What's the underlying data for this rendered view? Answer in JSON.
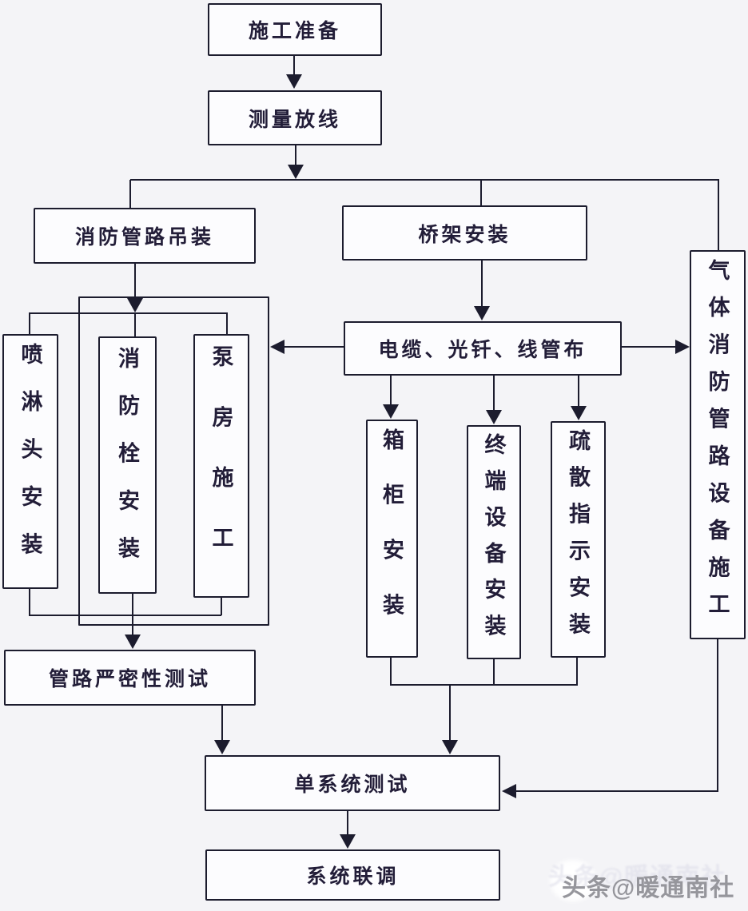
{
  "diagram": {
    "type": "flowchart",
    "language": "zh-CN",
    "nodes": {
      "prep": {
        "label": "施工准备"
      },
      "survey": {
        "label": "测量放线"
      },
      "pipe_hoist": {
        "label": "消防管路吊装"
      },
      "tray": {
        "label": "桥架安装"
      },
      "gas": {
        "label": "气体消防管路设备施工"
      },
      "cable": {
        "label": "电缆、光钎、线管布"
      },
      "sprinkler": {
        "label": "喷淋头安装"
      },
      "hydrant": {
        "label": "消防栓安装"
      },
      "pump": {
        "label": "泵房施工"
      },
      "cabinet": {
        "label": "箱柜安装"
      },
      "terminal": {
        "label": "终端设备安装"
      },
      "evac": {
        "label": "疏散指示安装"
      },
      "tightness": {
        "label": "管路严密性测试"
      },
      "single_test": {
        "label": "单系统测试"
      },
      "joint_debug": {
        "label": "系统联调"
      }
    },
    "edges": [
      {
        "from": "prep",
        "to": "survey",
        "arrow": true
      },
      {
        "from": "survey",
        "to": "pipe_hoist",
        "arrow": true
      },
      {
        "from": "survey",
        "to": "tray",
        "arrow": false
      },
      {
        "from": "survey",
        "to": "gas",
        "arrow": false
      },
      {
        "from": "pipe_hoist",
        "to": "sprinkler",
        "arrow": true
      },
      {
        "from": "pipe_hoist",
        "to": "hydrant",
        "arrow": true
      },
      {
        "from": "pipe_hoist",
        "to": "pump",
        "arrow": true
      },
      {
        "from": "tray",
        "to": "cable",
        "arrow": true
      },
      {
        "from": "cable",
        "to": "hydrant-group",
        "arrow": true
      },
      {
        "from": "cable",
        "to": "gas",
        "arrow": true
      },
      {
        "from": "cable",
        "to": "cabinet",
        "arrow": true
      },
      {
        "from": "cable",
        "to": "terminal",
        "arrow": true
      },
      {
        "from": "cable",
        "to": "evac",
        "arrow": true
      },
      {
        "from": "sprinkler",
        "to": "tightness",
        "arrow": true
      },
      {
        "from": "hydrant",
        "to": "tightness",
        "arrow": true
      },
      {
        "from": "pump",
        "to": "tightness",
        "arrow": true
      },
      {
        "from": "tightness",
        "to": "single_test",
        "arrow": true
      },
      {
        "from": "cabinet",
        "to": "single_test",
        "arrow": true
      },
      {
        "from": "terminal",
        "to": "single_test",
        "arrow": true
      },
      {
        "from": "evac",
        "to": "single_test",
        "arrow": true
      },
      {
        "from": "gas",
        "to": "single_test",
        "arrow": true
      },
      {
        "from": "single_test",
        "to": "joint_debug",
        "arrow": true
      }
    ],
    "watermark": {
      "text": "头条@暖通南社"
    }
  },
  "colors": {
    "line": "#1c1c2e",
    "box_border": "#1c1c2e",
    "box_fill": "#fcfcfe",
    "background": "#f4f4f7",
    "text": "#221d38",
    "watermark": "#96969c"
  }
}
